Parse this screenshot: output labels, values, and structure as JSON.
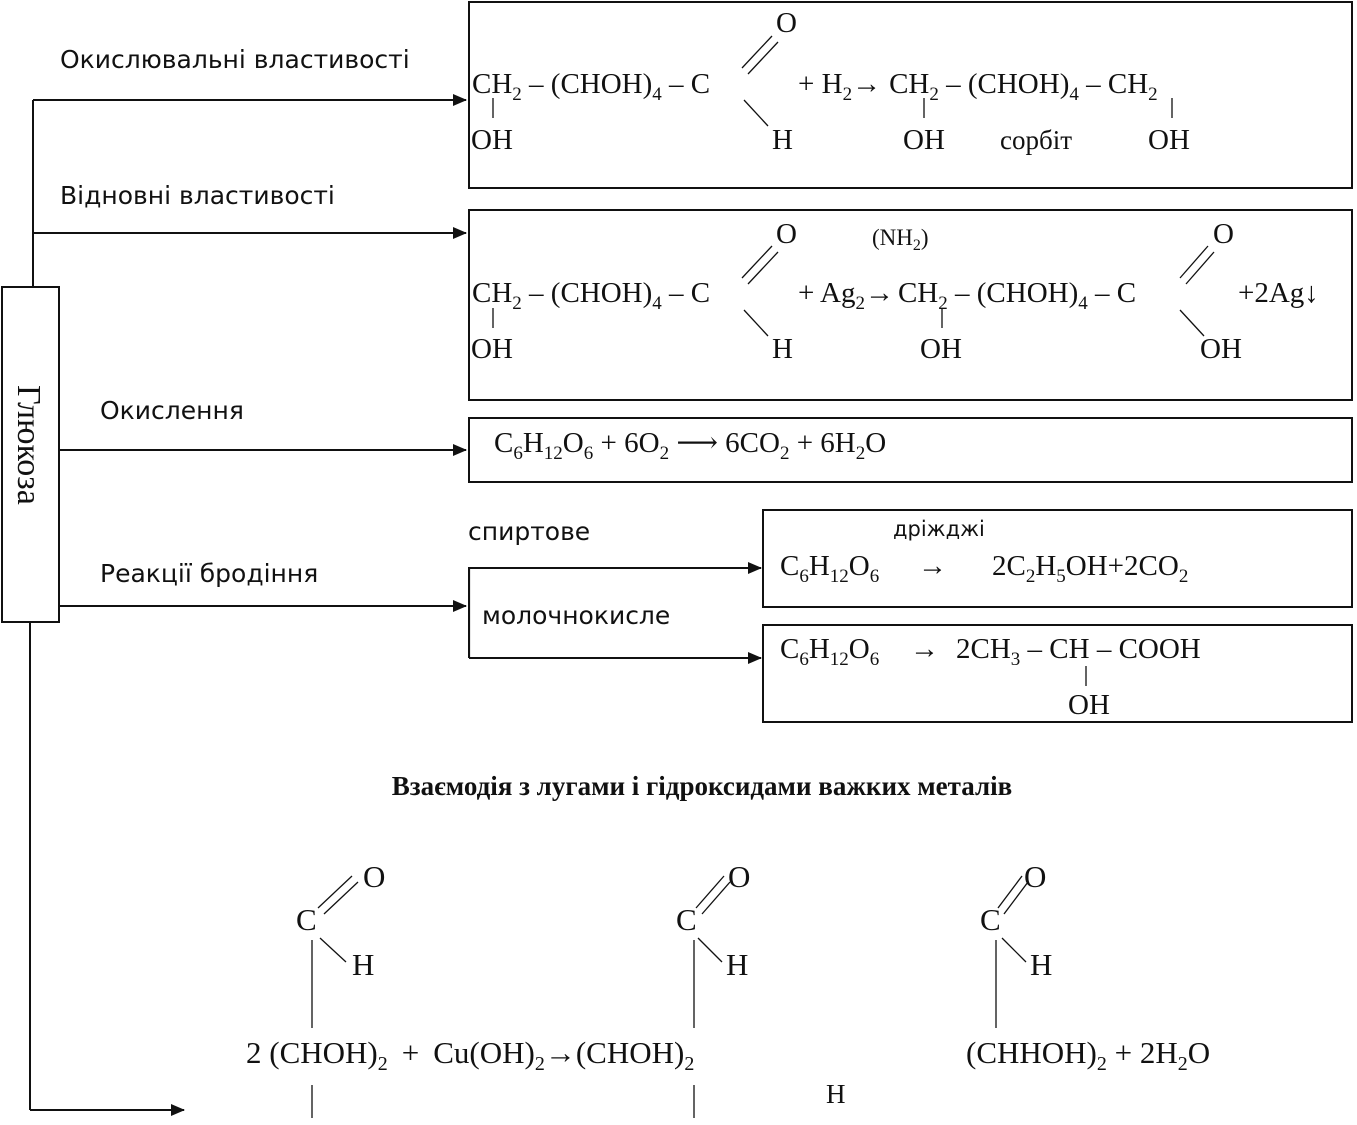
{
  "title_vertical": "Глюкоза",
  "branches": {
    "oxidizing": "Окислювальні властивості",
    "reducing": "Відновні властивості",
    "oxidation": "Окислення",
    "fermentation": "Реакції бродіння",
    "alcoholic": "спиртове",
    "lactic": "молочнокисле"
  },
  "eq1": {
    "ch2": "CH",
    "s2": "2",
    "chain": " – (CHOH)",
    "s4": "4",
    "c": " – C",
    "o": "O",
    "h": "H",
    "oh": "OH",
    "plus_h2": "+ H",
    "s2b": "2",
    "arrow": "→",
    "p_ch2": "CH",
    "p_s2": "2",
    "p_chain": " – (CHOH)",
    "p_s4": "4",
    "p_end": " – CH",
    "p_s2c": "2",
    "p_oh1": "OH",
    "sorbit": "сорбіт",
    "p_oh2": "OH"
  },
  "eq2": {
    "ch2": "CH",
    "s2": "2",
    "chain": " – (CHOH)",
    "s4": "4",
    "c": " – C",
    "o": "O",
    "h": "H",
    "oh": "OH",
    "nh2": "(NH",
    "nh2_s": "2",
    "nh2_close": ")",
    "plus_ag": "+ Ag",
    "ag_s": "2",
    "arrow": "→",
    "p_ch2": "CH",
    "p_s2": "2",
    "p_chain": " – (CHOH)",
    "p_s4": "4",
    "p_c": " – C",
    "p_o": "O",
    "p_oh1": "OH",
    "p_oh2": "OH",
    "ag_prod": "+2Ag↓"
  },
  "eq3": {
    "c": "C",
    "s6": "6",
    "h": "H",
    "s12": "12",
    "o": "O",
    "s6b": "6",
    "rest1": " + 6O",
    "s2": "2",
    "rest2": " ⟶ 6CO",
    "s2b": "2",
    "rest3": " + 6H",
    "s2c": "2",
    "rest4": "O"
  },
  "eq4": {
    "catalyst": "дріжджі",
    "c": "C",
    "s6": "6",
    "h": "H",
    "s12": "12",
    "o": "O",
    "s6b": "6",
    "arrow": "→",
    "p1": "2C",
    "p1s": "2",
    "p2": "H",
    "p2s": "5",
    "p3": "OH+2CO",
    "p3s": "2"
  },
  "eq5": {
    "c": "C",
    "s6": "6",
    "h": "H",
    "s12": "12",
    "o": "O",
    "s6b": "6",
    "arrow": "→",
    "p1": "2CH",
    "p1s": "3",
    "p2": " – CH – COOH",
    "oh": "OH"
  },
  "heading": "Взаємодія з лугами і гідроксидами важких металів",
  "eq6": {
    "c1": "C",
    "o1": "O",
    "h1": "H",
    "c2": "C",
    "o2": "O",
    "h2": "H",
    "c3": "C",
    "o3": "O",
    "h3": "H",
    "r1": "2 (CHOH)",
    "r1s": "2",
    "plus": "+",
    "cu": "Cu(OH)",
    "cus": "2",
    "arrow": "→",
    "p1": "(CHOH)",
    "p1s": "2",
    "h_low": "H",
    "p2": "(CHHOH)",
    "p2s": "2",
    "p2rest": " + 2H",
    "p2rs": "2",
    "p2o": "O"
  }
}
